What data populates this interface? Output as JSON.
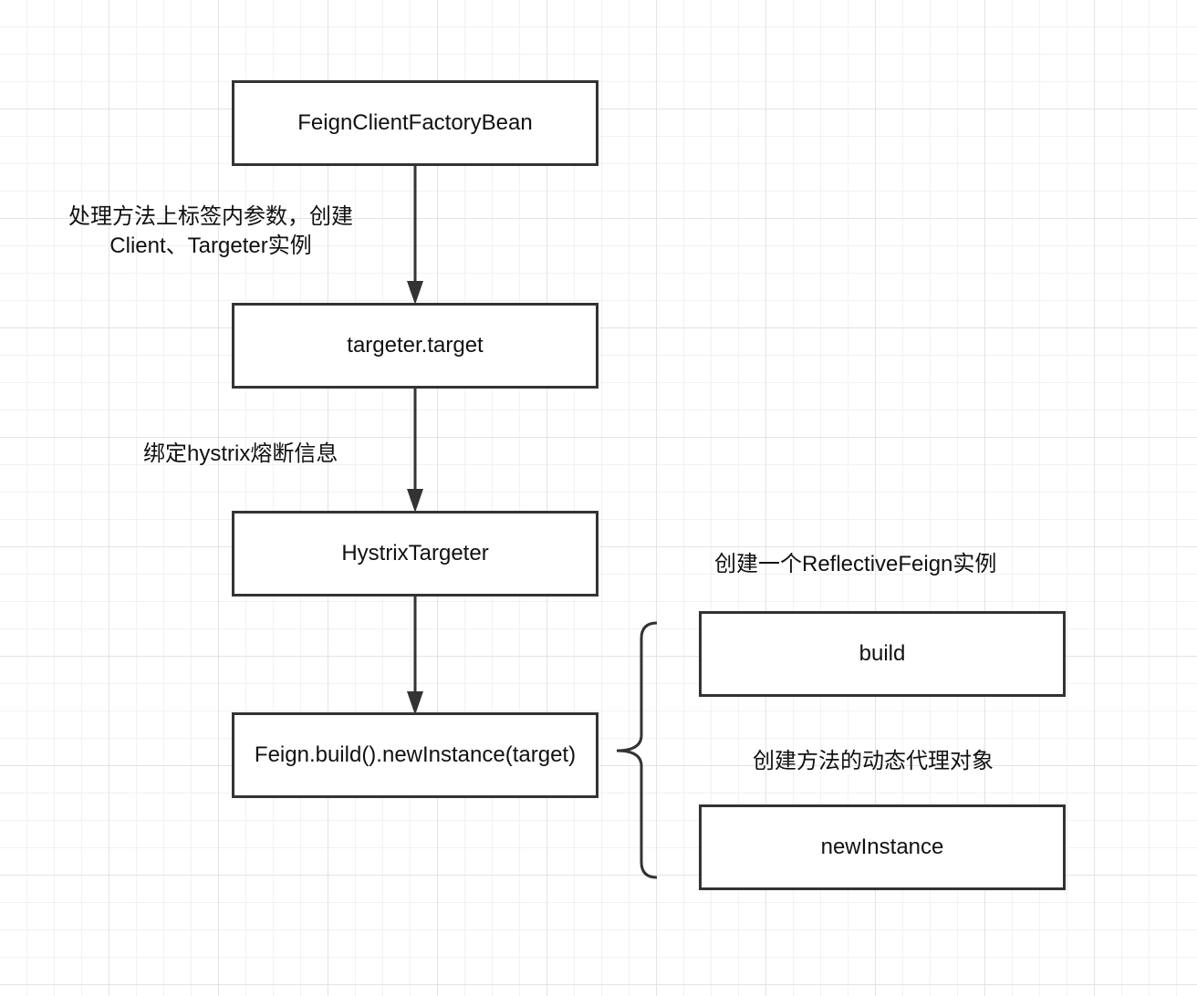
{
  "nodes": {
    "factory_bean": "FeignClientFactoryBean",
    "targeter_target": "targeter.target",
    "hystrix_targeter": "HystrixTargeter",
    "feign_build": "Feign.build().newInstance(target)",
    "build": "build",
    "new_instance": "newInstance"
  },
  "labels": {
    "process_params_line1": "处理方法上标签内参数，创建",
    "process_params_line2": "Client、Targeter实例",
    "bind_hystrix": "绑定hystrix熔断信息",
    "create_reflective": "创建一个ReflectiveFeign实例",
    "create_proxy": "创建方法的动态代理对象"
  },
  "colors": {
    "stroke": "#333333",
    "grid": "#e3e3e3",
    "background": "#ffffff"
  }
}
